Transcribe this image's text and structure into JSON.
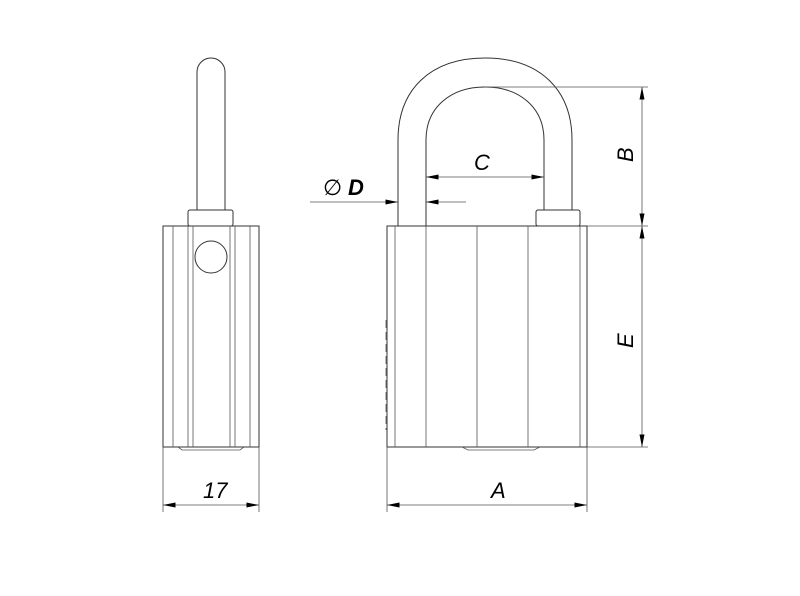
{
  "drawing": {
    "subject": "padlock",
    "labels": {
      "width_side": "17",
      "A": "A",
      "B": "B",
      "C": "C",
      "D": "D",
      "diameter_symbol": "∅",
      "E": "E"
    }
  }
}
